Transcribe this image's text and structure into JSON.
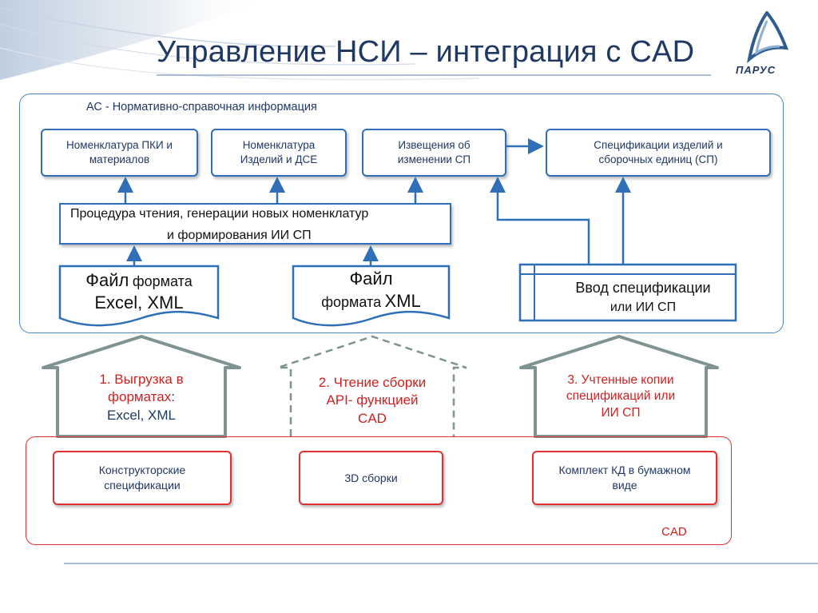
{
  "title": "Управление НСИ – интеграция с CAD",
  "logo": {
    "text": "ПАРУС",
    "icon": "parus-sail-logo-icon"
  },
  "colors": {
    "title": "#1f3864",
    "blue_frame": "#4a86c5",
    "box_border": "#2e6fb8",
    "red": "#e03030",
    "gray_arrow": "#7f9393"
  },
  "as_system": {
    "label": "АС - Нормативно-справочная информация",
    "boxes": {
      "nomenclature_pki_l1": "Номенклатура ПКИ и",
      "nomenclature_pki_l2": "материалов",
      "nomenclature_items_l1": "Номенклатура",
      "nomenclature_items_l2": "Изделий и ДСЕ",
      "change_notices_l1": "Извещения об",
      "change_notices_l2": "изменении СП",
      "specifications_l1": "Спецификации изделий и",
      "specifications_l2": "сборочных единиц (СП)"
    },
    "procedure": {
      "line1": "Процедура чтения, генерации новых номенклатур",
      "line2": "и формирования ИИ СП"
    },
    "file_excel": {
      "word1": "Файл",
      "word2": "формата",
      "line2": "Excel, XML"
    },
    "file_xml": {
      "line1": "Файл",
      "word1": "формата",
      "word2": "XML"
    },
    "spec_input": {
      "line1": "Ввод спецификации",
      "line2": "или ИИ СП"
    }
  },
  "transfers": {
    "export": {
      "line1": "1. Выгрузка в",
      "line2a": "форматах",
      "line2b": ":",
      "line3": "Excel, XML"
    },
    "api": {
      "line1": "2. Чтение сборки",
      "line2": "API- функцией",
      "line3": "CAD"
    },
    "copies": {
      "line1": "3. Учтенные копии",
      "line2": "спецификаций или",
      "line3": "ИИ СП"
    }
  },
  "cad": {
    "label": "CAD",
    "design_specs_l1": "Конструкторские",
    "design_specs_l2": "спецификации",
    "assemblies_3d": "3D сборки",
    "paper_kd_l1": "Комплект КД в бумажном",
    "paper_kd_l2": "виде"
  }
}
